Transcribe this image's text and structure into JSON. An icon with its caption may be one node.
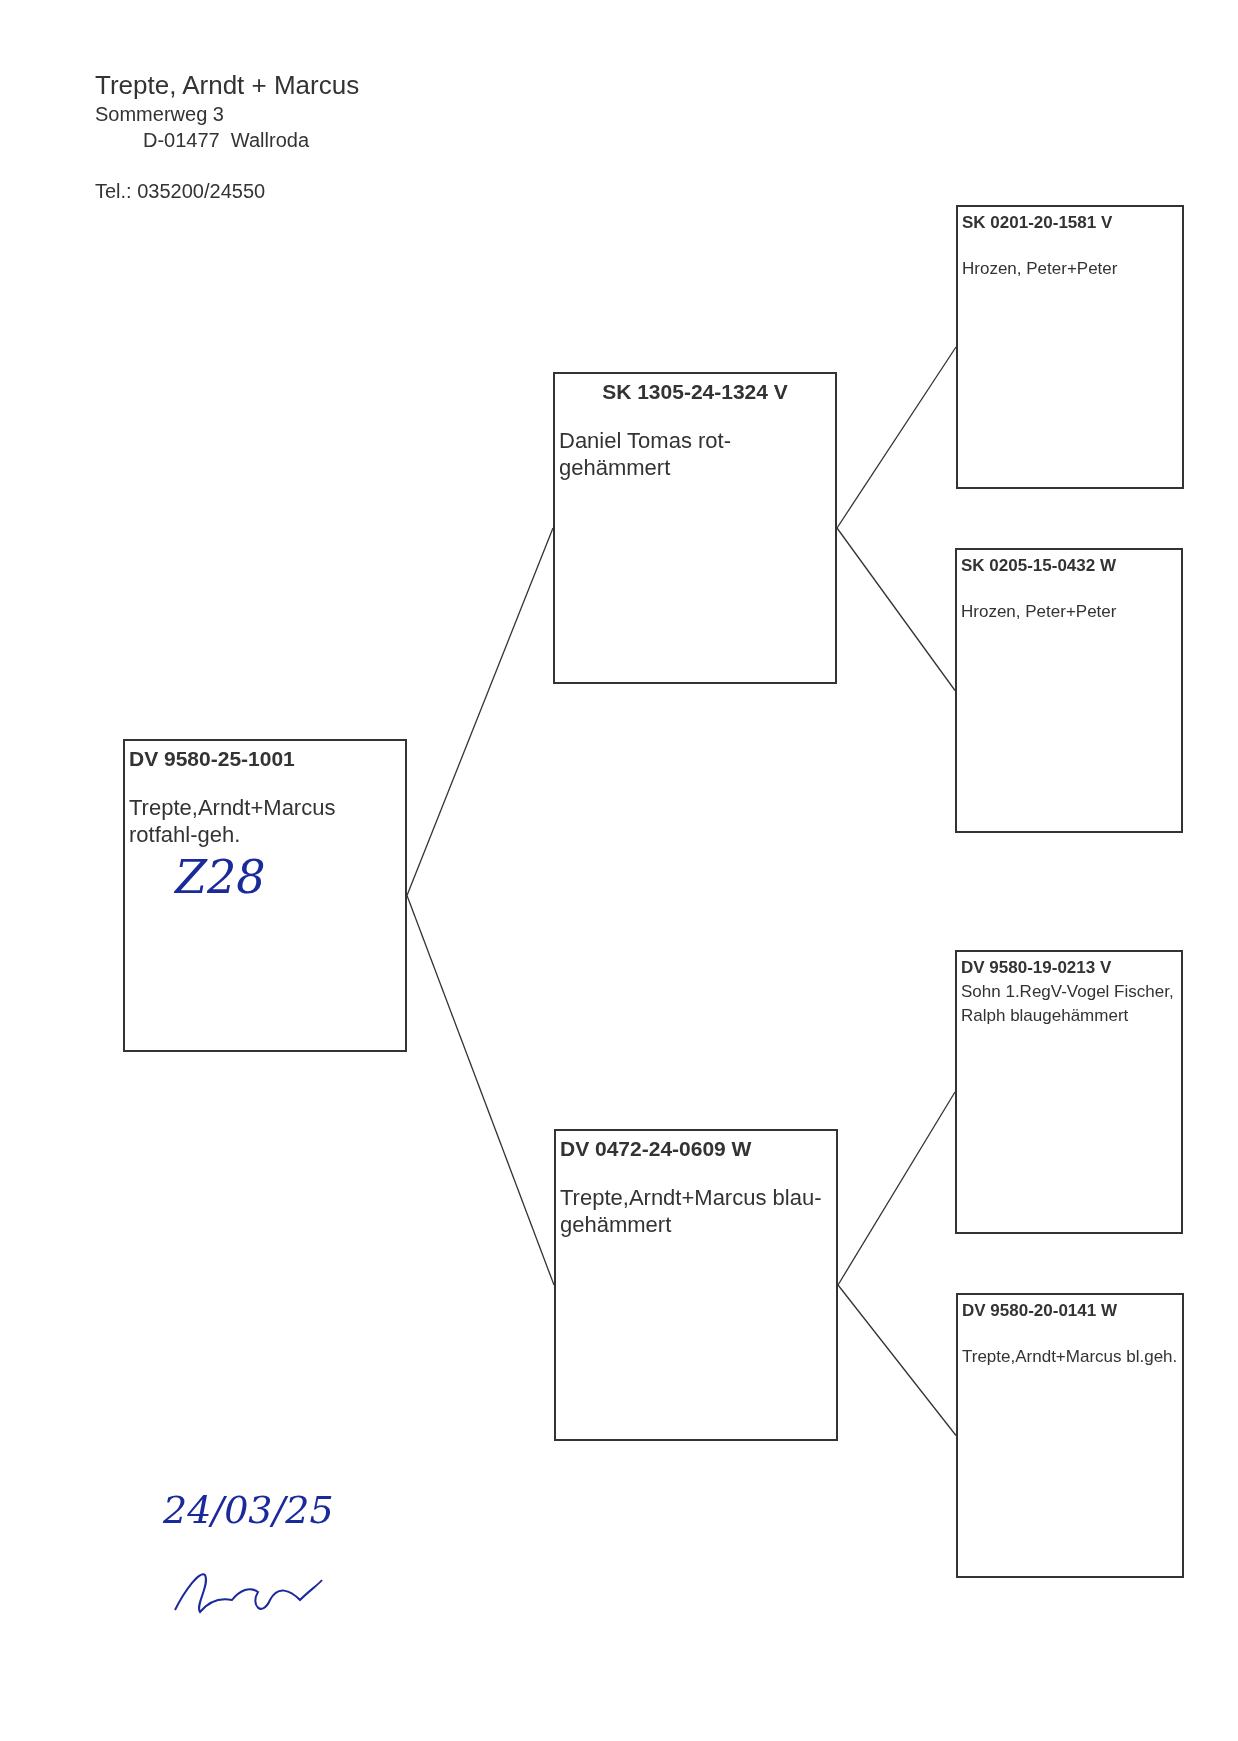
{
  "diagram": {
    "nodes": [
      {
        "text": [
          "DV 9580-25-1001",
          "Trepte,Arndt+Marcus rotfahl-geh.",
          "Z28"
        ]
      },
      {
        "text": [
          "SK 1305-24-1324 V",
          "Daniel Tomas rot-gehämmert"
        ]
      },
      {
        "text": [
          "DV 0472-24-0609 W",
          "Trepte,Arndt+Marcus blau-gehämmert"
        ]
      },
      {
        "text": [
          "SK 0201-20-1581 V",
          "Hrozen, Peter+Peter"
        ]
      },
      {
        "text": [
          "SK 0205-15-0432 W",
          "Hrozen, Peter+Peter"
        ]
      },
      {
        "text": [
          "DV 9580-19-0213 V",
          "Sohn 1.RegV-Vogel Fischer, Ralph blaugehämmert"
        ]
      },
      {
        "text": [
          "DV 9580-20-0141 W",
          "Trepte,Arndt+Marcus bl.geh."
        ]
      }
    ],
    "edges": [
      {
        "from": 0,
        "to": 1,
        "arrow": "none"
      },
      {
        "from": 0,
        "to": 2,
        "arrow": "none"
      },
      {
        "from": 1,
        "to": 3,
        "arrow": "none"
      },
      {
        "from": 1,
        "to": 4,
        "arrow": "none"
      },
      {
        "from": 2,
        "to": 5,
        "arrow": "none"
      },
      {
        "from": 2,
        "to": 6,
        "arrow": "none"
      }
    ],
    "labels": [
      "Trepte, Arndt + Marcus",
      "Sommerweg 3",
      "D-01477  Wallroda",
      "Tel.: 035200/24550",
      "24/03/25"
    ]
  }
}
